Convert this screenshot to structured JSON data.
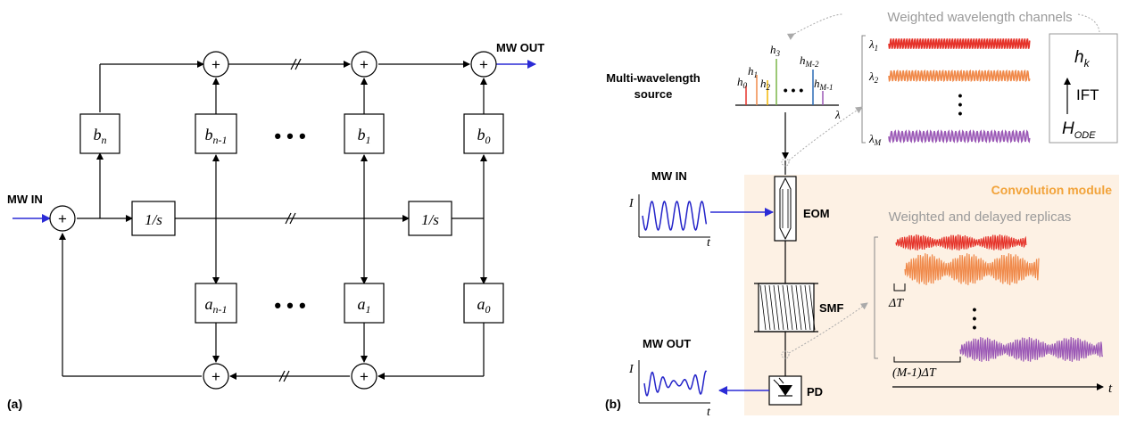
{
  "panel_a": {
    "label": "(a)",
    "input_label": "MW IN",
    "output_label": "MW OUT",
    "integrator_label": "1/s",
    "ellipsis": "• • •",
    "sum_symbol": "+",
    "b_blocks": [
      {
        "base": "b",
        "sub": "n"
      },
      {
        "base": "b",
        "sub": "n-1"
      },
      {
        "base": "b",
        "sub": "1"
      },
      {
        "base": "b",
        "sub": "0"
      }
    ],
    "a_blocks": [
      {
        "base": "a",
        "sub": "n-1"
      },
      {
        "base": "a",
        "sub": "1"
      },
      {
        "base": "a",
        "sub": "0"
      }
    ]
  },
  "panel_b": {
    "label": "(b)",
    "source_label_line1": "Multi-wavelength",
    "source_label_line2": "source",
    "channels_caption": "Weighted wavelength channels",
    "lambda_axis": "λ",
    "spectrum_lines": [
      {
        "base": "h",
        "sub": "0",
        "color": "#e5332a"
      },
      {
        "base": "h",
        "sub": "1",
        "color": "#f08a4b"
      },
      {
        "base": "h",
        "sub": "2",
        "color": "#f2b705"
      },
      {
        "base": "h",
        "sub": "3",
        "color": "#7ab648"
      },
      {
        "base": "h",
        "sub": "M-2",
        "color": "#2b6bb5"
      },
      {
        "base": "h",
        "sub": "M-1",
        "color": "#9b59b6"
      }
    ],
    "spectrum_dots": "• • •",
    "channels": [
      {
        "base": "λ",
        "sub": "1",
        "color": "#e5332a"
      },
      {
        "base": "λ",
        "sub": "2",
        "color": "#f08a4b"
      },
      {
        "base": "λ",
        "sub": "M",
        "color": "#9b59b6"
      }
    ],
    "ift_box": {
      "top": "h",
      "top_sub": "k",
      "label": "IFT",
      "bottom": "H",
      "bottom_sub": "ODE"
    },
    "mw_in_label": "MW IN",
    "mw_out_label": "MW OUT",
    "axis_i": "I",
    "axis_t": "t",
    "eom_label": "EOM",
    "smf_label": "SMF",
    "pd_label": "PD",
    "conv_title": "Convolution module",
    "replicas_caption": "Weighted and delayed replicas",
    "delta_t": "ΔT",
    "delta_t_m": "(M-1)ΔT",
    "t_axis": "t",
    "colors": {
      "accent": "#f2a33a",
      "module_bg": "#fdf1e4",
      "signal": "#2323c9",
      "arrow": "#2b2bd6"
    }
  }
}
